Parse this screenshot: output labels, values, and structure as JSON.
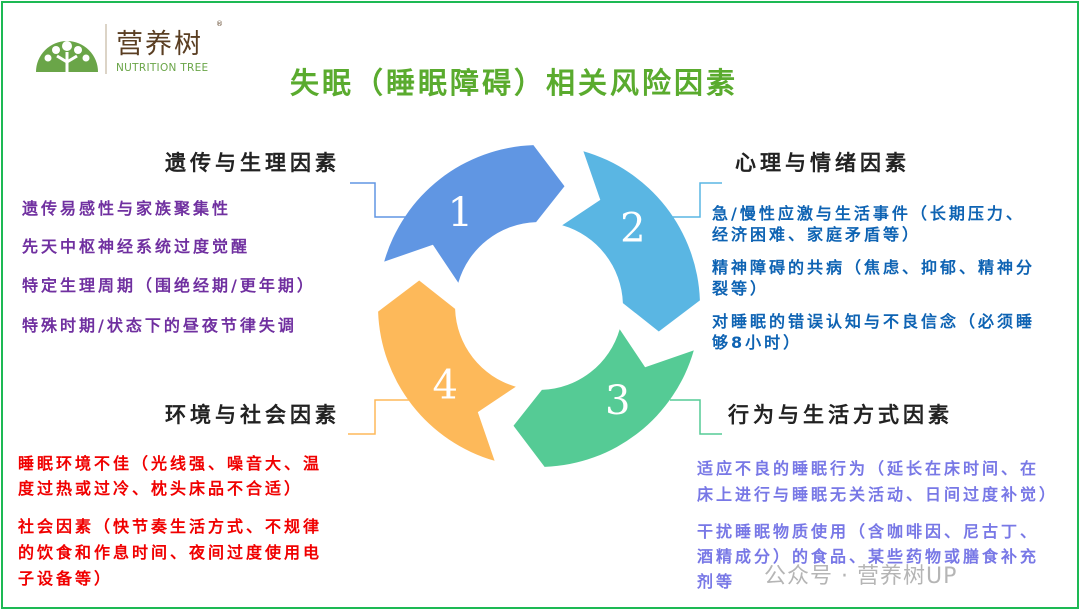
{
  "logo": {
    "name": "营养树",
    "subtitle": "NUTRITION TREE",
    "registered": "®"
  },
  "title": "失眠（睡眠障碍）相关风险因素",
  "colors": {
    "seg1": "#6096e3",
    "seg2": "#5ab6e3",
    "seg3": "#55cb95",
    "seg4": "#fdb95a",
    "title": "#5aab2e",
    "border": "#1db954"
  },
  "segments": [
    {
      "number": "1",
      "heading": "遗传与生理因素",
      "items": [
        [
          "遗传易感性与家族聚集性"
        ],
        [
          "先天中枢神经系统过度觉醒"
        ],
        [
          "特定生理周期（围绝经期/更年期）"
        ],
        [
          "特殊时期/状态下的昼夜节律失调"
        ]
      ]
    },
    {
      "number": "2",
      "heading": "心理与情绪因素",
      "items": [
        [
          "急/慢性应激与生活事件（长期压力、",
          "经济困难、家庭矛盾等）"
        ],
        [
          "精神障碍的共病（焦虑、抑郁、精神分",
          "裂等）"
        ],
        [
          "对睡眠的错误认知与不良信念（必须睡",
          "够8小时）"
        ]
      ]
    },
    {
      "number": "3",
      "heading": "行为与生活方式因素",
      "items": [
        [
          "适应不良的睡眠行为（延长在床时间、在",
          "床上进行与睡眠无关活动、日间过度补觉）"
        ],
        [
          "干扰睡眠物质使用（含咖啡因、尼古丁、",
          "酒精成分）的食品、某些药物或膳食补充",
          "剂等"
        ]
      ]
    },
    {
      "number": "4",
      "heading": "环境与社会因素",
      "items": [
        [
          "睡眠环境不佳（光线强、噪音大、温",
          "度过热或过冷、枕头床品不合适）"
        ],
        [
          "社会因素（快节奏生活方式、不规律",
          "的饮食和作息时间、夜间过度使用电",
          "子设备等）"
        ]
      ]
    }
  ],
  "watermark": "公众号 · 营养树UP"
}
